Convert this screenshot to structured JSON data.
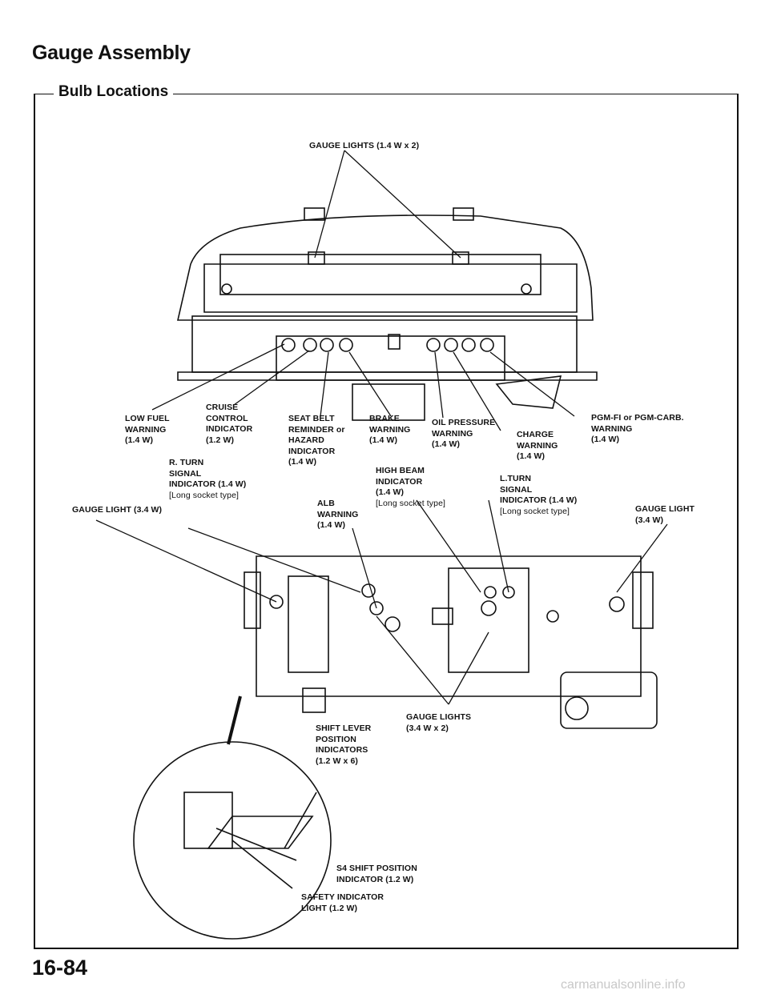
{
  "header": {
    "title": "Gauge Assembly",
    "subtitle": "Bulb Locations"
  },
  "labels": {
    "gauge_lights_top": "GAUGE LIGHTS (1.4 W x 2)",
    "low_fuel": [
      "LOW FUEL",
      "WARNING",
      "(1.4 W)"
    ],
    "cruise": [
      "CRUISE",
      "CONTROL",
      "INDICATOR",
      "(1.2 W)"
    ],
    "seat_belt": [
      "SEAT BELT",
      "REMINDER or",
      "HAZARD",
      "INDICATOR",
      "(1.4 W)"
    ],
    "brake": [
      "BRAKE",
      "WARNING",
      "(1.4 W)"
    ],
    "oil": [
      "OIL PRESSURE",
      "WARNING",
      "(1.4 W)"
    ],
    "charge": [
      "CHARGE",
      "WARNING",
      "(1.4 W)"
    ],
    "pgm": [
      "PGM-FI or PGM-CARB.",
      "WARNING",
      "(1.4 W)"
    ],
    "r_turn": [
      "R. TURN",
      "SIGNAL",
      "INDICATOR (1.4 W)",
      "[Long socket type]"
    ],
    "high_beam": [
      "HIGH BEAM",
      "INDICATOR",
      "(1.4 W)",
      "[Long socket type]"
    ],
    "l_turn": [
      "L.TURN",
      "SIGNAL",
      "INDICATOR (1.4 W)",
      "[Long socket type]"
    ],
    "alb": [
      "ALB",
      "WARNING",
      "(1.4 W)"
    ],
    "gauge_light_left": "GAUGE LIGHT (3.4 W)",
    "gauge_light_right": [
      "GAUGE LIGHT",
      "(3.4 W)"
    ],
    "shift_lever": [
      "SHIFT LEVER",
      "POSITION",
      "INDICATORS",
      "(1.2 W x 6)"
    ],
    "gauge_lights_bottom": [
      "GAUGE LIGHTS",
      "(3.4 W x 2)"
    ],
    "s4": [
      "S4 SHIFT POSITION",
      "INDICATOR (1.2 W)"
    ],
    "safety": [
      "SAFETY INDICATOR",
      "LIGHT (1.2 W)"
    ]
  },
  "footer": {
    "page": "16-84",
    "watermark": "carmanualsonline.info"
  }
}
